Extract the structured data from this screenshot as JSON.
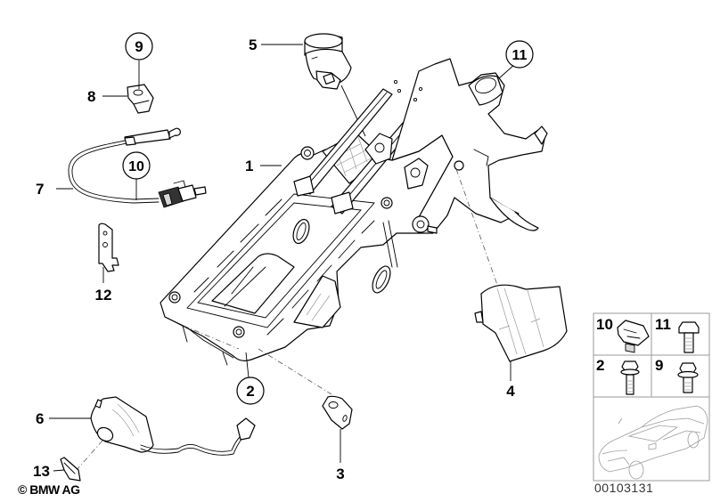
{
  "diagram": {
    "title": "Steering column assembly parts diagram",
    "callouts": [
      {
        "id": "c1",
        "number": "1",
        "style": "plain",
        "part": "steering-column-frame"
      },
      {
        "id": "c2",
        "number": "2",
        "style": "circled",
        "part": "bolt-flanged"
      },
      {
        "id": "c3",
        "number": "3",
        "style": "plain",
        "part": "bracket-washer"
      },
      {
        "id": "c4",
        "number": "4",
        "style": "plain",
        "part": "ignition-lock-housing"
      },
      {
        "id": "c5",
        "number": "5",
        "style": "plain",
        "part": "lock-cylinder"
      },
      {
        "id": "c6",
        "number": "6",
        "style": "plain",
        "part": "switch-with-cable"
      },
      {
        "id": "c7",
        "number": "7",
        "style": "plain",
        "part": "cable-with-connector"
      },
      {
        "id": "c8",
        "number": "8",
        "style": "plain",
        "part": "clip-nut"
      },
      {
        "id": "c9",
        "number": "9",
        "style": "circled",
        "part": "bolt"
      },
      {
        "id": "c10",
        "number": "10",
        "style": "circled",
        "part": "spring-nut"
      },
      {
        "id": "c11",
        "number": "11",
        "style": "circled",
        "part": "hex-bolt"
      },
      {
        "id": "c12",
        "number": "12",
        "style": "plain",
        "part": "bracket-plate"
      },
      {
        "id": "c13",
        "number": "13",
        "style": "plain",
        "part": "label-clip"
      }
    ],
    "legend": {
      "items": [
        {
          "number": "10",
          "icon": "spring-nut-icon"
        },
        {
          "number": "11",
          "icon": "hex-bolt-icon"
        },
        {
          "number": "2",
          "icon": "flange-bolt-icon"
        },
        {
          "number": "9",
          "icon": "short-flange-bolt-icon"
        }
      ],
      "vehicle_icon": "sedan-outline-icon"
    },
    "document_number": "00103131",
    "copyright": "© BMW AG"
  }
}
